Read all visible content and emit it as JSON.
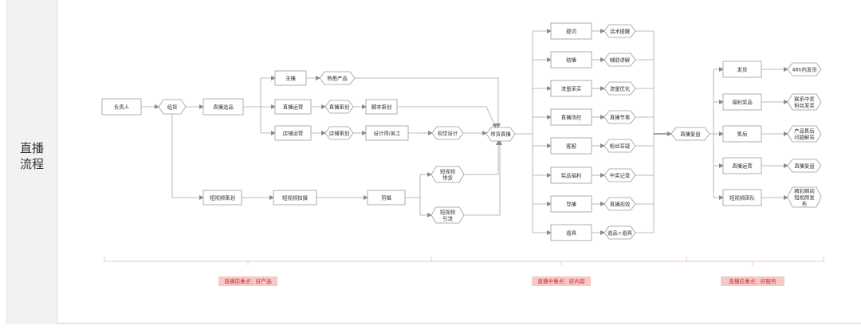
{
  "sidebar": {
    "title_line1": "直播",
    "title_line2": "流程"
  },
  "nodes": {
    "fuzeren": "负责人",
    "zuhuo": "组货",
    "zhibo_xuanpin": "直播选品",
    "zhubo": "主播",
    "zhibo_yunying": "直播运营",
    "dianpu_yunying": "店铺运营",
    "shouying_chanpin": "熟悉产品",
    "zhibo_cehua": "直播策划",
    "dianpu_cehua": "店铺策划",
    "jiaoben_cehua": "脚本策划",
    "shejishi_meigong": "设计师/美工",
    "shijue_sheji": "视觉设计",
    "duanshipin_cehua": "短视频策划",
    "duanshipin_paishe": "短视频拍摄",
    "jianji": "剪辑",
    "duanshipin_daihuo": [
      "短视频",
      "带货"
    ],
    "duanshipin_yinliu": [
      "短视频",
      "引流"
    ],
    "daihuo_zhibo": "带货直播",
    "mid_left": [
      "提词",
      "助播",
      "流量采买",
      "直播场控",
      "客服",
      "奖品福利",
      "导播",
      "道具"
    ],
    "mid_right": [
      "话术提醒",
      "辅助讲解",
      "流量优化",
      "直播节奏",
      "粉丝答疑",
      "中奖记录",
      "直播视效",
      "道品+道具"
    ],
    "zhibo_fupan": "直播复盘",
    "post_left": [
      "发货",
      "福利奖品",
      "售后",
      "直播运营",
      "短视频团队"
    ],
    "post_right": [
      [
        "48h内发货"
      ],
      [
        "联系中奖",
        "粉丝发奖"
      ],
      [
        "产品售后",
        "问题解答"
      ],
      [
        "直播复盘"
      ],
      [
        "精彩瞬间",
        "短视频发",
        "布"
      ]
    ]
  },
  "summaries": {
    "before": "直播前重点：好产品",
    "during": "直播中重点：好内容",
    "after": "直播后重点：好服务"
  },
  "colors": {
    "box_stroke": "#9a9a9a",
    "line": "#a6a6a6",
    "summary_bg": "#f8c9c9",
    "summary_text": "#c03030",
    "bracket": "#f0b4b4",
    "sidebar_bg": "#f2f2f2"
  }
}
